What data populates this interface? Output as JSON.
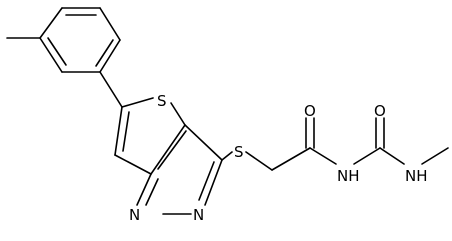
{
  "molecule": {
    "atoms": [
      {
        "id": "S1",
        "symbol": "S"
      },
      {
        "id": "S2",
        "symbol": "S"
      },
      {
        "id": "N1",
        "symbol": "N"
      },
      {
        "id": "N2",
        "symbol": "N"
      },
      {
        "id": "O1",
        "symbol": "O"
      },
      {
        "id": "O2",
        "symbol": "O"
      },
      {
        "id": "NH1",
        "symbol": "NH"
      },
      {
        "id": "NH2",
        "symbol": "NH"
      }
    ],
    "bond_color": "#000000"
  }
}
